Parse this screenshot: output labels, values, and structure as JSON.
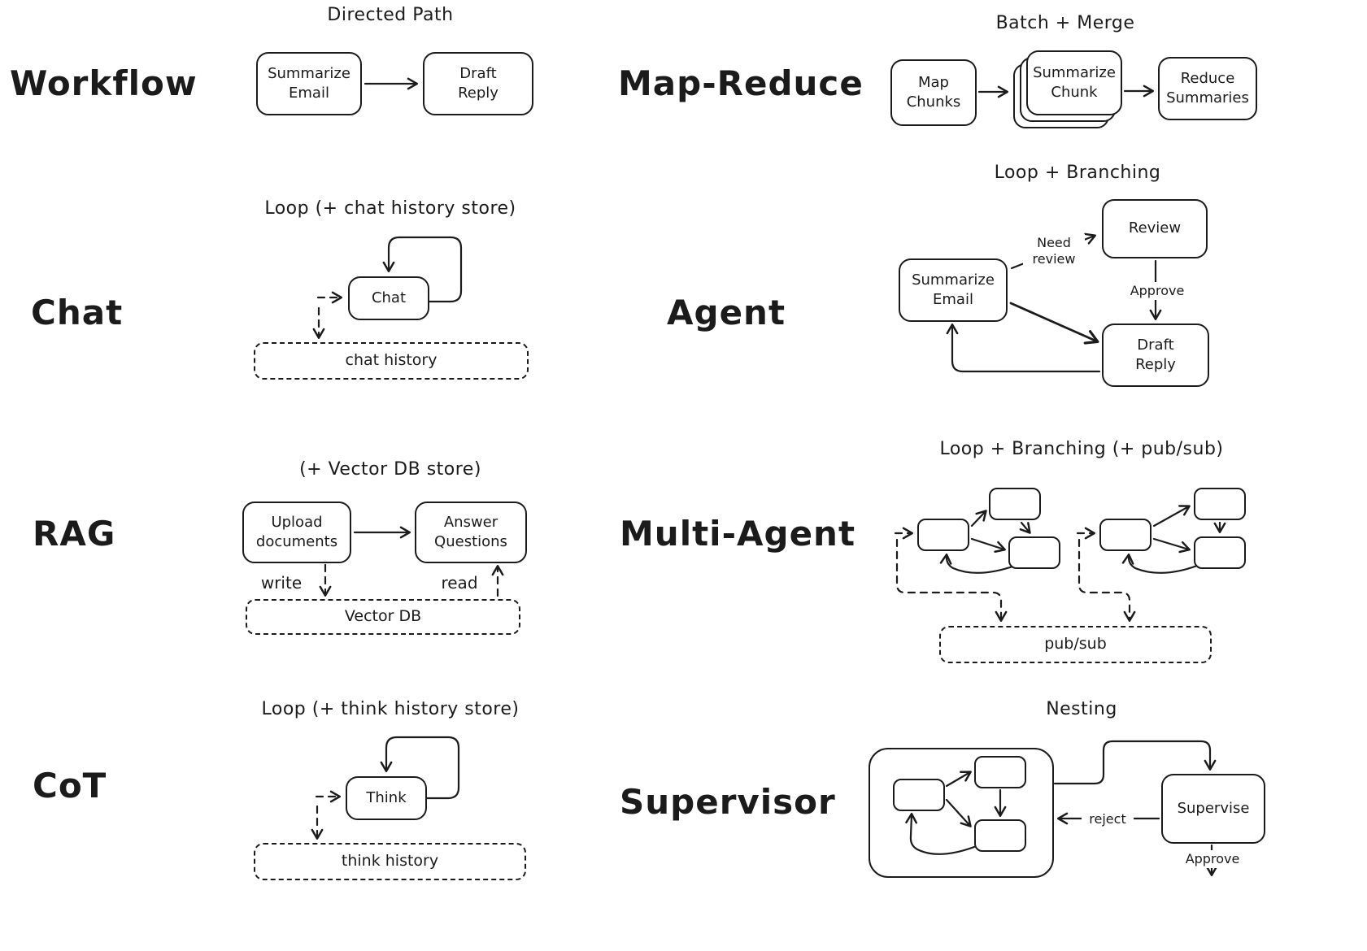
{
  "colors": {
    "ink": "#1b1b1b",
    "background": "#ffffff"
  },
  "sections": {
    "workflow": {
      "label": "Workflow",
      "pattern_title": "Directed Path",
      "nodes": {
        "summarize_email": "Summarize\nEmail",
        "draft_reply": "Draft\nReply"
      }
    },
    "map_reduce": {
      "label": "Map-Reduce",
      "pattern_title": "Batch + Merge",
      "nodes": {
        "map_chunks": "Map\nChunks",
        "summarize_chunk": "Summarize\nChunk",
        "reduce_summaries": "Reduce\nSummaries"
      }
    },
    "chat": {
      "label": "Chat",
      "pattern_title": "Loop (+ chat history store)",
      "nodes": {
        "chat": "Chat",
        "chat_history": "chat history"
      }
    },
    "agent": {
      "label": "Agent",
      "pattern_title": "Loop + Branching",
      "nodes": {
        "summarize_email": "Summarize\nEmail",
        "review": "Review",
        "draft_reply": "Draft\nReply"
      },
      "edge_labels": {
        "need_review": "Need\nreview",
        "approve": "Approve"
      }
    },
    "rag": {
      "label": "RAG",
      "pattern_title": "(+ Vector DB store)",
      "nodes": {
        "upload_documents": "Upload\ndocuments",
        "answer_questions": "Answer\nQuestions",
        "vector_db": "Vector DB"
      },
      "edge_labels": {
        "write": "write",
        "read": "read"
      }
    },
    "multi_agent": {
      "label": "Multi-Agent",
      "pattern_title": "Loop + Branching (+ pub/sub)",
      "nodes": {
        "pub_sub": "pub/sub"
      }
    },
    "cot": {
      "label": "CoT",
      "pattern_title": "Loop (+ think history store)",
      "nodes": {
        "think": "Think",
        "think_history": "think history"
      }
    },
    "supervisor": {
      "label": "Supervisor",
      "pattern_title": "Nesting",
      "nodes": {
        "supervise": "Supervise"
      },
      "edge_labels": {
        "reject": "reject",
        "approve": "Approve"
      }
    }
  }
}
